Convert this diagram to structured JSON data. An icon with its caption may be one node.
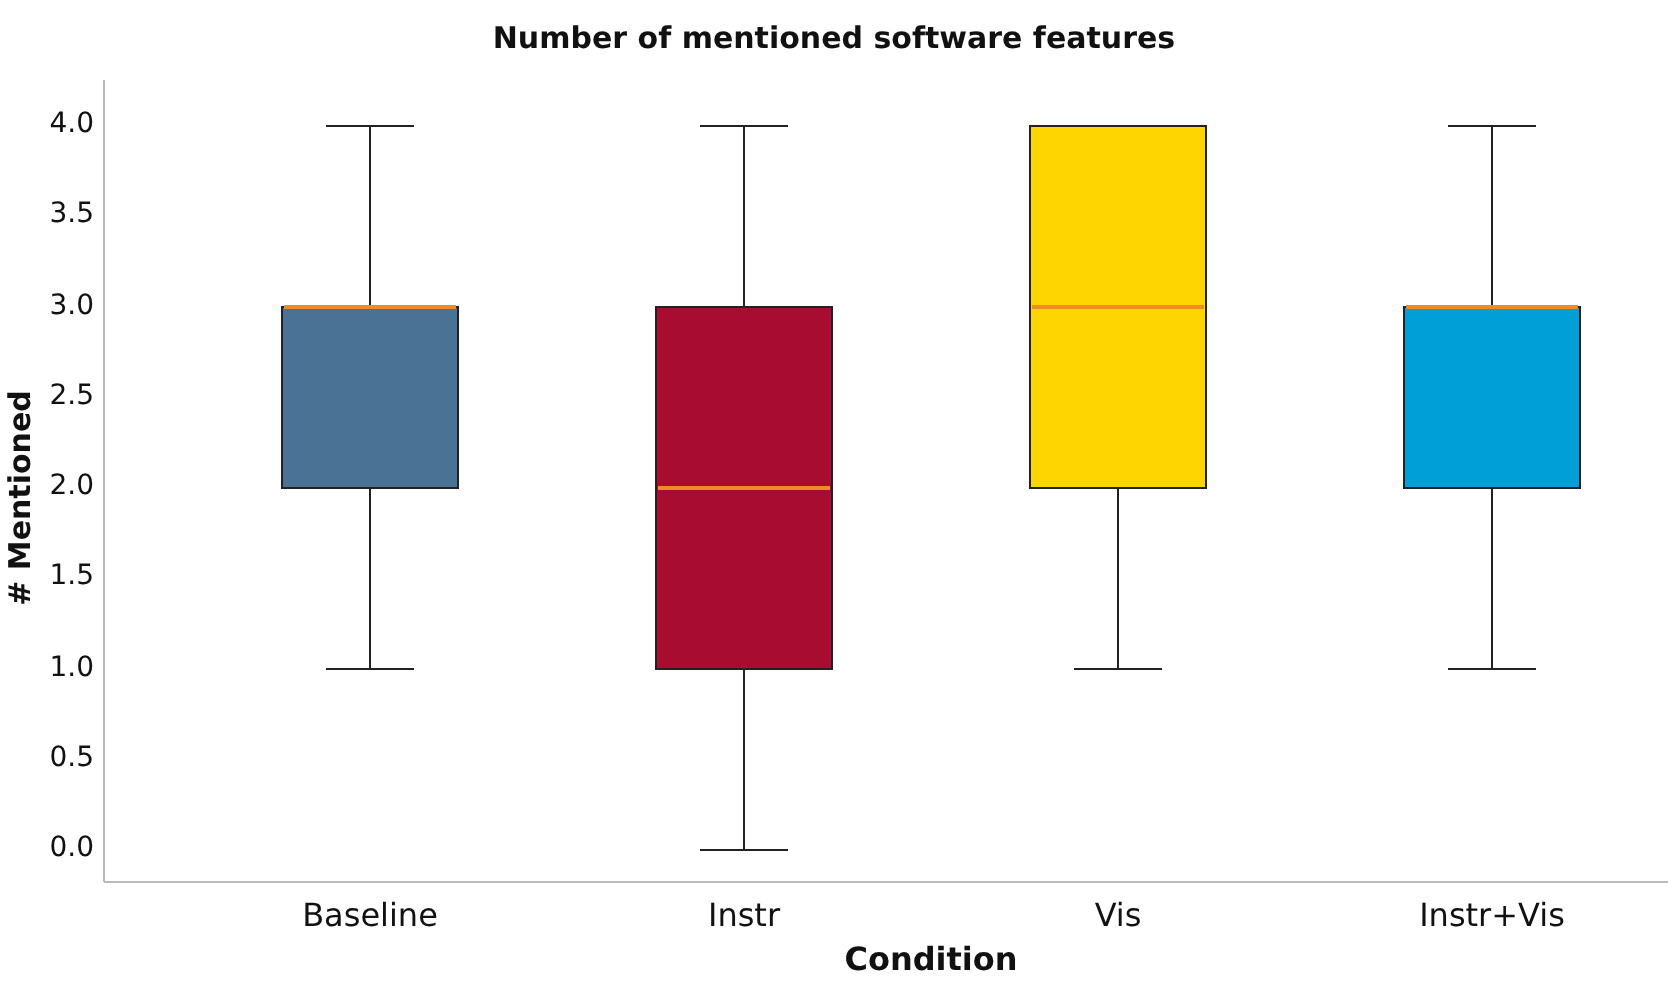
{
  "diagram": {
    "title": "Number of mentioned software features",
    "labels": [
      "4.0",
      "3.5",
      "3.0",
      "2.5",
      "2.0",
      "1.5",
      "1.0",
      "0.5",
      "0.0",
      "# Mentioned",
      "Baseline",
      "Instr",
      "Vis",
      "Instr+Vis",
      "Condition"
    ]
  }
}
